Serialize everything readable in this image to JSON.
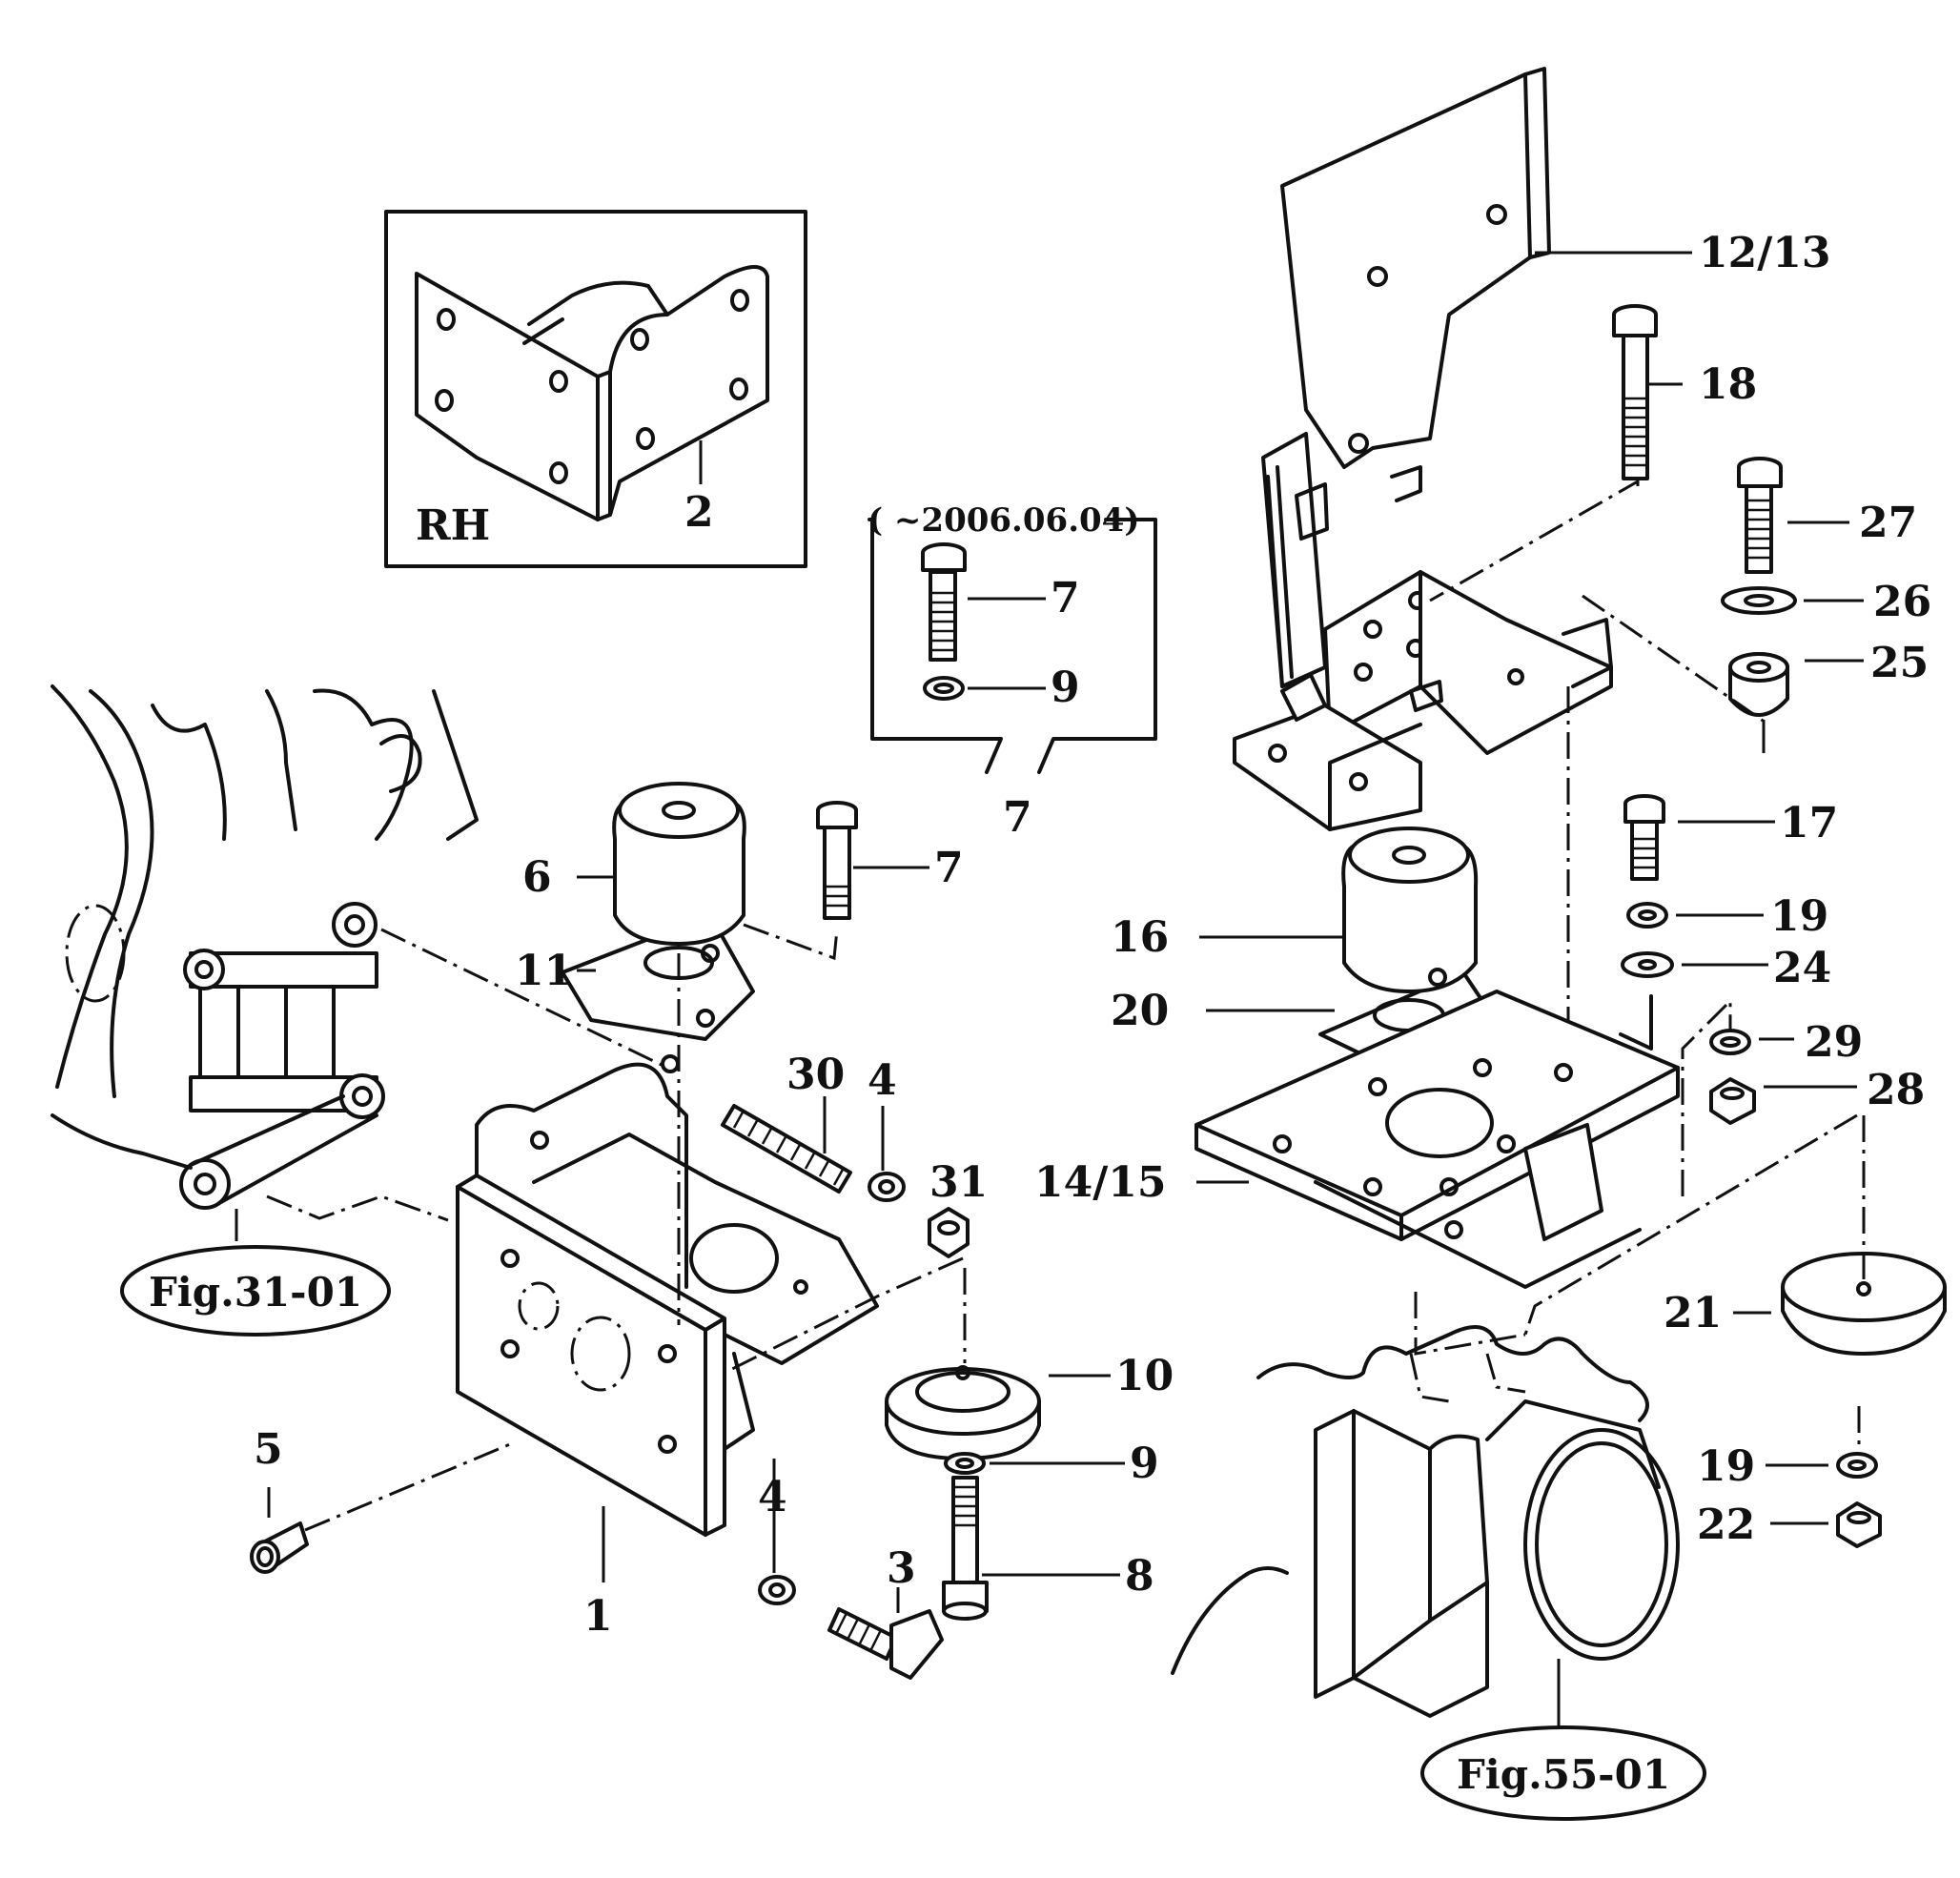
{
  "diagram": {
    "type": "exploded-parts-diagram",
    "subject": "Engine mount brackets and rubber isolators",
    "inset_rh": {
      "side_label": "RH",
      "part_label": "2"
    },
    "inset_date": {
      "date_label": "( ~2006.06.04)",
      "parts": [
        "7",
        "9"
      ],
      "callout_part": "7"
    },
    "figure_refs": [
      "Fig.31-01",
      "Fig.55-01"
    ],
    "part_labels": {
      "p1": "1",
      "p3": "3",
      "p4a": "4",
      "p4b": "4",
      "p5": "5",
      "p6": "6",
      "p7": "7",
      "p8": "8",
      "p9": "9",
      "p10": "10",
      "p11": "11",
      "p12_13": "12/13",
      "p14_15": "14/15",
      "p16": "16",
      "p17": "17",
      "p18": "18",
      "p19a": "19",
      "p19b": "19",
      "p20": "20",
      "p21": "21",
      "p22": "22",
      "p24": "24",
      "p25": "25",
      "p26": "26",
      "p27": "27",
      "p28": "28",
      "p29": "29",
      "p30": "30",
      "p31": "31"
    }
  }
}
